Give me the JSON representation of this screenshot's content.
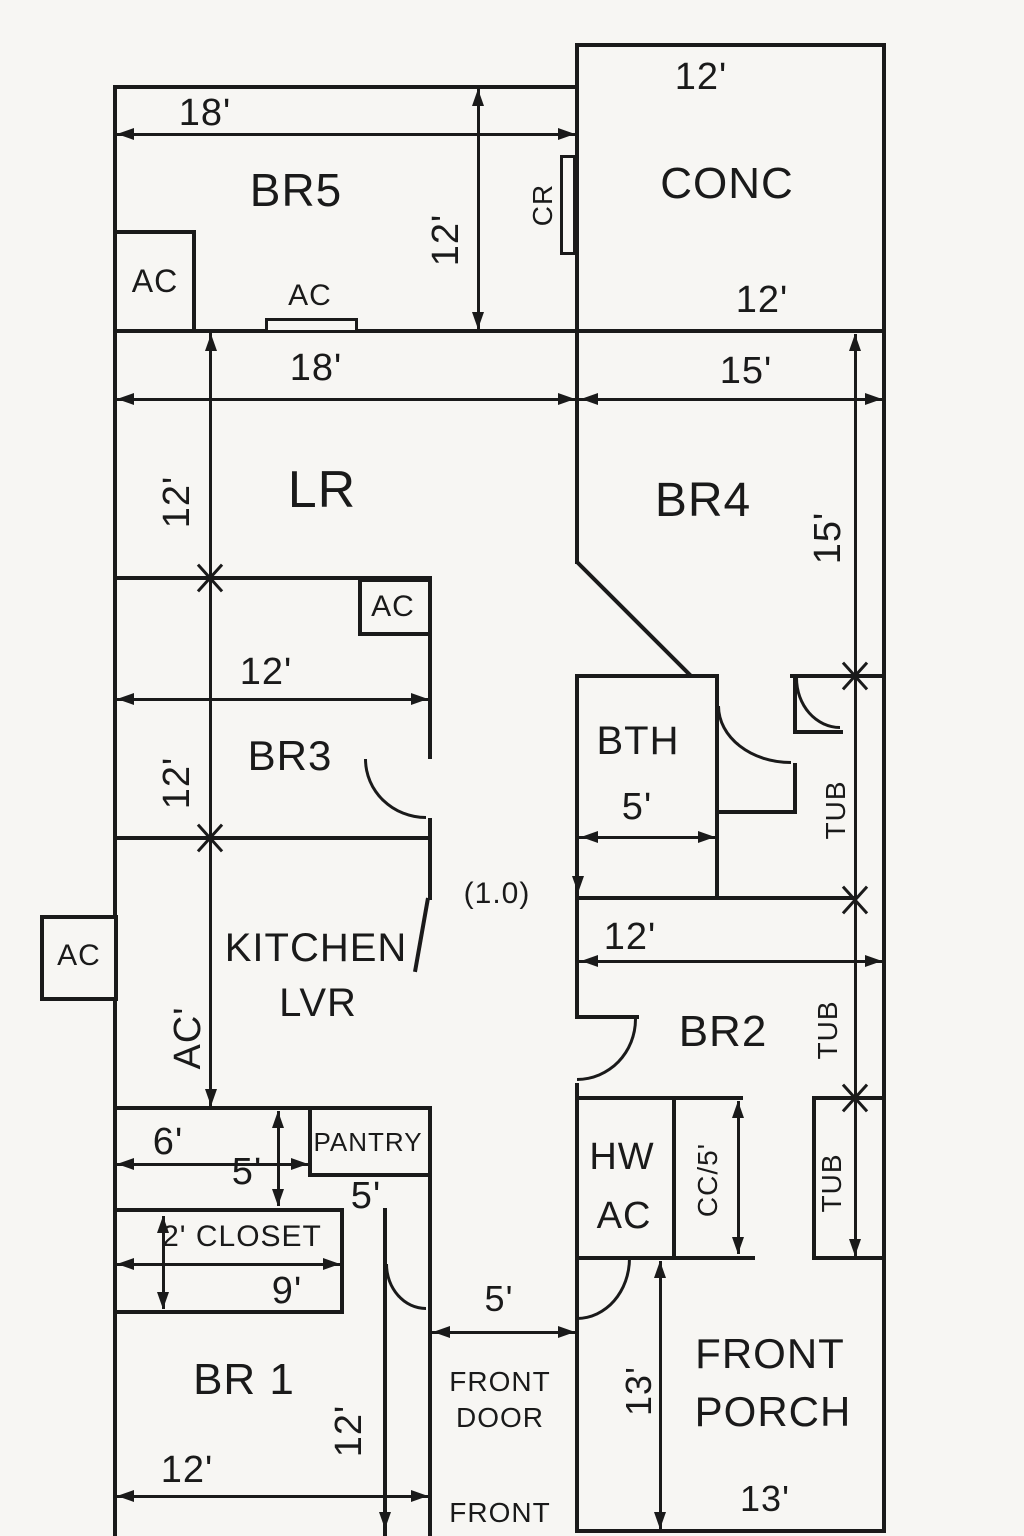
{
  "labels": {
    "br5": "BR5",
    "conc": "CONC",
    "lr": "LR",
    "br4": "BR4",
    "br3": "BR3",
    "bth": "BTH",
    "kitchen": "KITCHEN",
    "lvr": "LVR",
    "br2": "BR2",
    "hw": "HW",
    "hw_ac": "AC",
    "pantry": "PANTRY",
    "closet": "2' CLOSET",
    "br1": "BR 1",
    "front": "FRONT",
    "porch": "PORCH",
    "front_door_1": "FRONT",
    "front_door_2": "DOOR",
    "front_bottom": "FRONT",
    "ac_br5": "AC",
    "ac_br5_window": "AC",
    "ac_lr": "AC",
    "ac_exterior": "AC",
    "cr": "CR",
    "tub_upper": "TUB",
    "tub_middle": "TUB",
    "tub_lower": "TUB",
    "cc5": "CC/5'",
    "note": "(1.0)"
  },
  "dims": {
    "br5_width": "18'",
    "br5_height": "12'",
    "conc_top": "12'",
    "conc_bottom": "12'",
    "lr_width": "18'",
    "lr_height": "12'",
    "br4_width": "15'",
    "br4_height": "15'",
    "br3_width": "12'",
    "br3_height": "12'",
    "bth_width": "5'",
    "kitchen_height": "AC'",
    "br2_width": "12'",
    "hall_width": "6'",
    "hall_height": "5'",
    "pantry_depth": "5'",
    "closet_width": "9'",
    "front_door_width": "5'",
    "porch_height": "13'",
    "porch_width": "13'",
    "br1_height": "12'",
    "br1_width": "12'"
  }
}
